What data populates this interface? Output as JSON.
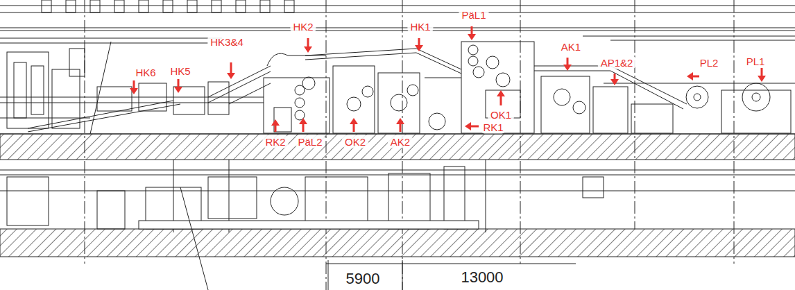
{
  "diagram": {
    "labels": [
      "HK6",
      "HK5",
      "HK3&4",
      "HK2",
      "HK1",
      "PäL1",
      "AK1",
      "AP1&2",
      "PL2",
      "PL1",
      "OK1",
      "RK1",
      "RK2",
      "PäL2",
      "OK2",
      "AK2",
      "5900",
      "13000"
    ]
  }
}
